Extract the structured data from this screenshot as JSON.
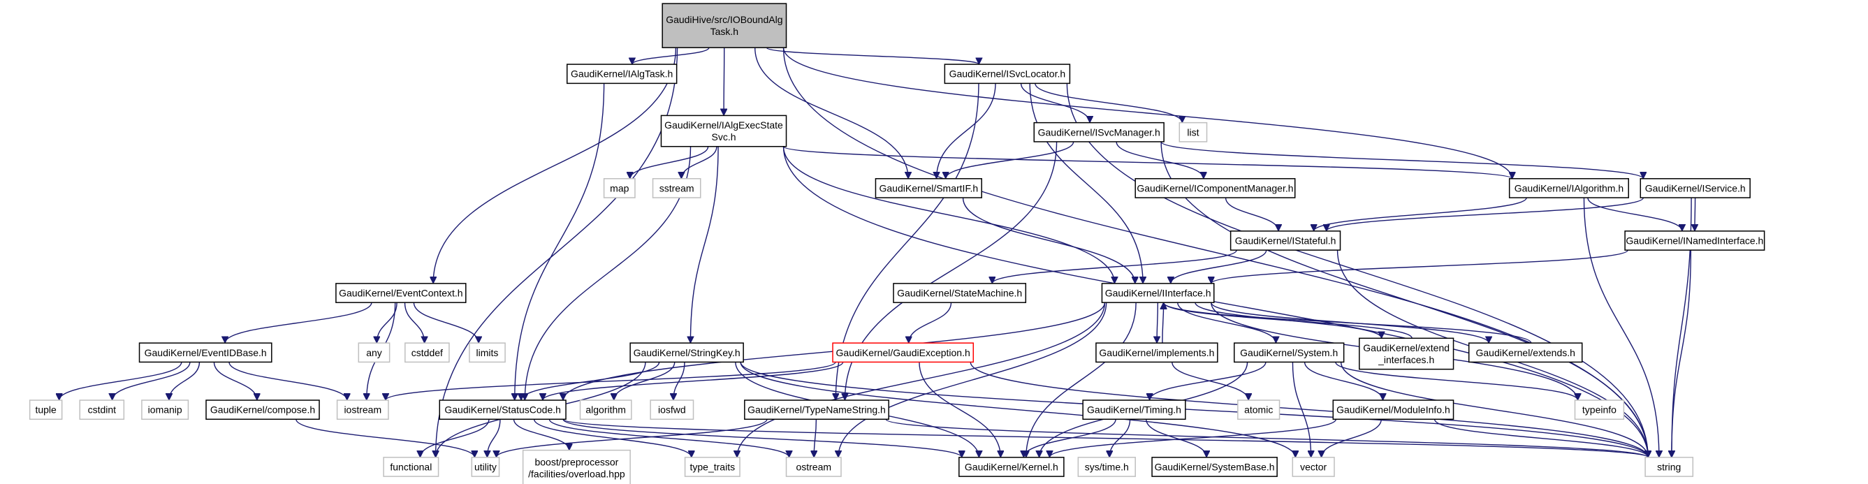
{
  "title": "GaudiHive/src/IOBoundAlgTask.h include dependency graph",
  "colors": {
    "edge": "#191970",
    "root_fill": "#bfbfbf",
    "local_border": "#000000",
    "system_border": "#bfbfbf",
    "error_border": "#ff0000"
  },
  "nodes": [
    {
      "id": "root",
      "lines": [
        "GaudiHive/src/IOBoundAlg",
        "Task.h"
      ],
      "kind": "root"
    },
    {
      "id": "ialgtask",
      "lines": [
        "GaudiKernel/IAlgTask.h"
      ],
      "kind": "local"
    },
    {
      "id": "isvclocator",
      "lines": [
        "GaudiKernel/ISvcLocator.h"
      ],
      "kind": "local"
    },
    {
      "id": "ialgexec",
      "lines": [
        "GaudiKernel/IAlgExecState",
        "Svc.h"
      ],
      "kind": "local"
    },
    {
      "id": "isvcmanager",
      "lines": [
        "GaudiKernel/ISvcManager.h"
      ],
      "kind": "local"
    },
    {
      "id": "list",
      "lines": [
        "list"
      ],
      "kind": "system"
    },
    {
      "id": "map",
      "lines": [
        "map"
      ],
      "kind": "system"
    },
    {
      "id": "sstream",
      "lines": [
        "sstream"
      ],
      "kind": "system"
    },
    {
      "id": "smartif",
      "lines": [
        "GaudiKernel/SmartIF.h"
      ],
      "kind": "local"
    },
    {
      "id": "icompmgr",
      "lines": [
        "GaudiKernel/IComponentManager.h"
      ],
      "kind": "local"
    },
    {
      "id": "ialgorithm",
      "lines": [
        "GaudiKernel/IAlgorithm.h"
      ],
      "kind": "local"
    },
    {
      "id": "iservice",
      "lines": [
        "GaudiKernel/IService.h"
      ],
      "kind": "local"
    },
    {
      "id": "istateful",
      "lines": [
        "GaudiKernel/IStateful.h"
      ],
      "kind": "local"
    },
    {
      "id": "inamed",
      "lines": [
        "GaudiKernel/INamedInterface.h"
      ],
      "kind": "local"
    },
    {
      "id": "eventcontext",
      "lines": [
        "GaudiKernel/EventContext.h"
      ],
      "kind": "local"
    },
    {
      "id": "statemachine",
      "lines": [
        "GaudiKernel/StateMachine.h"
      ],
      "kind": "local"
    },
    {
      "id": "iinterface",
      "lines": [
        "GaudiKernel/IInterface.h"
      ],
      "kind": "local"
    },
    {
      "id": "eventidbase",
      "lines": [
        "GaudiKernel/EventIDBase.h"
      ],
      "kind": "local"
    },
    {
      "id": "any",
      "lines": [
        "any"
      ],
      "kind": "system"
    },
    {
      "id": "cstddef",
      "lines": [
        "cstddef"
      ],
      "kind": "system"
    },
    {
      "id": "limits",
      "lines": [
        "limits"
      ],
      "kind": "system"
    },
    {
      "id": "stringkey",
      "lines": [
        "GaudiKernel/StringKey.h"
      ],
      "kind": "local"
    },
    {
      "id": "gaudiexception",
      "lines": [
        "GaudiKernel/GaudiException.h"
      ],
      "kind": "error"
    },
    {
      "id": "implements",
      "lines": [
        "GaudiKernel/implements.h"
      ],
      "kind": "local"
    },
    {
      "id": "system",
      "lines": [
        "GaudiKernel/System.h"
      ],
      "kind": "local"
    },
    {
      "id": "extendif",
      "lines": [
        "GaudiKernel/extend",
        "_interfaces.h"
      ],
      "kind": "local"
    },
    {
      "id": "extends",
      "lines": [
        "GaudiKernel/extends.h"
      ],
      "kind": "local"
    },
    {
      "id": "tuple",
      "lines": [
        "tuple"
      ],
      "kind": "system"
    },
    {
      "id": "cstdint",
      "lines": [
        "cstdint"
      ],
      "kind": "system"
    },
    {
      "id": "iomanip",
      "lines": [
        "iomanip"
      ],
      "kind": "system"
    },
    {
      "id": "compose",
      "lines": [
        "GaudiKernel/compose.h"
      ],
      "kind": "local"
    },
    {
      "id": "iostream",
      "lines": [
        "iostream"
      ],
      "kind": "system"
    },
    {
      "id": "statuscode",
      "lines": [
        "GaudiKernel/StatusCode.h"
      ],
      "kind": "local"
    },
    {
      "id": "algorithm",
      "lines": [
        "algorithm"
      ],
      "kind": "system"
    },
    {
      "id": "iosfwd",
      "lines": [
        "iosfwd"
      ],
      "kind": "system"
    },
    {
      "id": "typenamestring",
      "lines": [
        "GaudiKernel/TypeNameString.h"
      ],
      "kind": "local"
    },
    {
      "id": "timing",
      "lines": [
        "GaudiKernel/Timing.h"
      ],
      "kind": "local"
    },
    {
      "id": "atomic",
      "lines": [
        "atomic"
      ],
      "kind": "system"
    },
    {
      "id": "moduleinfo",
      "lines": [
        "GaudiKernel/ModuleInfo.h"
      ],
      "kind": "local"
    },
    {
      "id": "typeinfo",
      "lines": [
        "typeinfo"
      ],
      "kind": "system"
    },
    {
      "id": "functional",
      "lines": [
        "functional"
      ],
      "kind": "system"
    },
    {
      "id": "utility",
      "lines": [
        "utility"
      ],
      "kind": "system"
    },
    {
      "id": "boost",
      "lines": [
        "boost/preprocessor",
        "/facilities/overload.hpp"
      ],
      "kind": "system"
    },
    {
      "id": "type_traits",
      "lines": [
        "type_traits"
      ],
      "kind": "system"
    },
    {
      "id": "ostream",
      "lines": [
        "ostream"
      ],
      "kind": "system"
    },
    {
      "id": "kernel",
      "lines": [
        "GaudiKernel/Kernel.h"
      ],
      "kind": "local"
    },
    {
      "id": "systime",
      "lines": [
        "sys/time.h"
      ],
      "kind": "system"
    },
    {
      "id": "systembase",
      "lines": [
        "GaudiKernel/SystemBase.h"
      ],
      "kind": "local"
    },
    {
      "id": "vector",
      "lines": [
        "vector"
      ],
      "kind": "system"
    },
    {
      "id": "string",
      "lines": [
        "string"
      ],
      "kind": "system"
    }
  ],
  "edges": [
    [
      "root",
      "ialgtask"
    ],
    [
      "root",
      "isvclocator"
    ],
    [
      "root",
      "ialgexec"
    ],
    [
      "root",
      "smartif"
    ],
    [
      "root",
      "ialgorithm"
    ],
    [
      "root",
      "eventcontext"
    ],
    [
      "root",
      "functional"
    ],
    [
      "root",
      "string"
    ],
    [
      "ialgtask",
      "statuscode"
    ],
    [
      "isvclocator",
      "isvcmanager"
    ],
    [
      "isvclocator",
      "list"
    ],
    [
      "isvclocator",
      "smartif"
    ],
    [
      "isvclocator",
      "iinterface"
    ],
    [
      "isvclocator",
      "typenamestring"
    ],
    [
      "isvclocator",
      "string"
    ],
    [
      "ialgexec",
      "map"
    ],
    [
      "ialgexec",
      "sstream"
    ],
    [
      "ialgexec",
      "stringkey"
    ],
    [
      "ialgexec",
      "statuscode"
    ],
    [
      "ialgexec",
      "iinterface"
    ],
    [
      "ialgexec",
      "ialgorithm"
    ],
    [
      "ialgexec",
      "string"
    ],
    [
      "isvcmanager",
      "smartif"
    ],
    [
      "isvcmanager",
      "icompmgr"
    ],
    [
      "isvcmanager",
      "iservice"
    ],
    [
      "isvcmanager",
      "typenamestring"
    ],
    [
      "isvcmanager",
      "string"
    ],
    [
      "smartif",
      "iinterface"
    ],
    [
      "icompmgr",
      "istateful"
    ],
    [
      "ialgorithm",
      "istateful"
    ],
    [
      "ialgorithm",
      "inamed"
    ],
    [
      "ialgorithm",
      "string"
    ],
    [
      "iservice",
      "istateful"
    ],
    [
      "iservice",
      "inamed"
    ],
    [
      "iservice",
      "string"
    ],
    [
      "istateful",
      "statemachine"
    ],
    [
      "istateful",
      "iinterface"
    ],
    [
      "istateful",
      "string"
    ],
    [
      "inamed",
      "iinterface"
    ],
    [
      "inamed",
      "string"
    ],
    [
      "eventcontext",
      "eventidbase"
    ],
    [
      "eventcontext",
      "any"
    ],
    [
      "eventcontext",
      "cstddef"
    ],
    [
      "eventcontext",
      "limits"
    ],
    [
      "eventcontext",
      "iostream"
    ],
    [
      "statemachine",
      "gaudiexception"
    ],
    [
      "iinterface",
      "statuscode"
    ],
    [
      "iinterface",
      "implements"
    ],
    [
      "iinterface",
      "system"
    ],
    [
      "iinterface",
      "extendif"
    ],
    [
      "iinterface",
      "extends"
    ],
    [
      "iinterface",
      "type_traits"
    ],
    [
      "iinterface",
      "ostream"
    ],
    [
      "iinterface",
      "kernel"
    ],
    [
      "iinterface",
      "typeinfo"
    ],
    [
      "implements",
      "iinterface"
    ],
    [
      "implements",
      "atomic"
    ],
    [
      "extendif",
      "iinterface"
    ],
    [
      "extends",
      "iinterface"
    ],
    [
      "eventidbase",
      "tuple"
    ],
    [
      "eventidbase",
      "cstdint"
    ],
    [
      "eventidbase",
      "iomanip"
    ],
    [
      "eventidbase",
      "compose"
    ],
    [
      "eventidbase",
      "iostream"
    ],
    [
      "stringkey",
      "functional"
    ],
    [
      "stringkey",
      "statuscode"
    ],
    [
      "stringkey",
      "algorithm"
    ],
    [
      "stringkey",
      "iosfwd"
    ],
    [
      "stringkey",
      "kernel"
    ],
    [
      "stringkey",
      "string"
    ],
    [
      "stringkey",
      "vector"
    ],
    [
      "gaudiexception",
      "statuscode"
    ],
    [
      "gaudiexception",
      "iostream"
    ],
    [
      "gaudiexception",
      "kernel"
    ],
    [
      "gaudiexception",
      "string"
    ],
    [
      "system",
      "kernel"
    ],
    [
      "system",
      "timing"
    ],
    [
      "system",
      "moduleinfo"
    ],
    [
      "system",
      "vector"
    ],
    [
      "system",
      "typeinfo"
    ],
    [
      "system",
      "string"
    ],
    [
      "compose",
      "utility"
    ],
    [
      "statuscode",
      "functional"
    ],
    [
      "statuscode",
      "utility"
    ],
    [
      "statuscode",
      "boost"
    ],
    [
      "statuscode",
      "type_traits"
    ],
    [
      "statuscode",
      "ostream"
    ],
    [
      "statuscode",
      "kernel"
    ],
    [
      "statuscode",
      "string"
    ],
    [
      "typenamestring",
      "utility"
    ],
    [
      "typenamestring",
      "ostream"
    ],
    [
      "typenamestring",
      "string"
    ],
    [
      "timing",
      "kernel"
    ],
    [
      "timing",
      "systime"
    ],
    [
      "timing",
      "systembase"
    ],
    [
      "moduleinfo",
      "kernel"
    ],
    [
      "moduleinfo",
      "vector"
    ],
    [
      "moduleinfo",
      "string"
    ]
  ]
}
